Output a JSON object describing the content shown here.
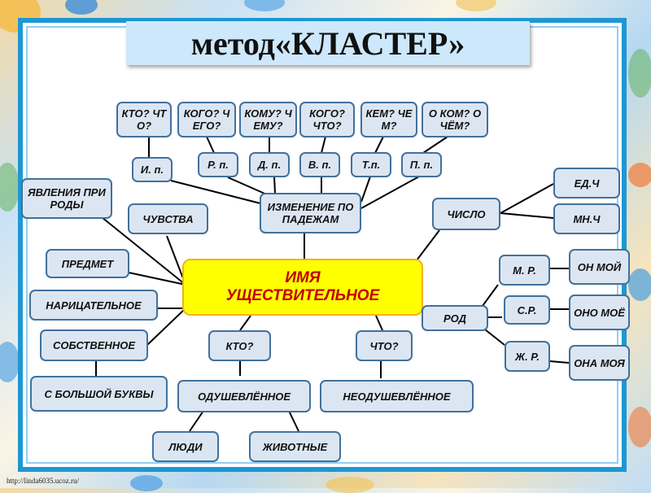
{
  "title": "метод«КЛАСТЕР»",
  "center": {
    "line1": "ИМЯ",
    "line2": "УЩЕСТВИТЕЛЬНОЕ"
  },
  "questions": [
    {
      "id": "q1",
      "text": "КТО? ЧТО?"
    },
    {
      "id": "q2",
      "text": "КОГО? ЧЕГО?"
    },
    {
      "id": "q3",
      "text": "КОМУ? ЧЕМУ?"
    },
    {
      "id": "q4",
      "text": "КОГО? ЧТО?"
    },
    {
      "id": "q5",
      "text": "КЕМ? ЧЕМ?"
    },
    {
      "id": "q6",
      "text": "О КОМ? О ЧЁМ?"
    }
  ],
  "cases": [
    {
      "id": "c1",
      "text": "И. п."
    },
    {
      "id": "c2",
      "text": "Р. п."
    },
    {
      "id": "c3",
      "text": "Д. п."
    },
    {
      "id": "c4",
      "text": "В. п."
    },
    {
      "id": "c5",
      "text": "Т.п."
    },
    {
      "id": "c6",
      "text": "П. п."
    }
  ],
  "declension": "ИЗМЕНЕНИЕ ПО ПАДЕЖАМ",
  "left": {
    "nature": "ЯВЛЕНИЯ ПРИРОДЫ",
    "feelings": "ЧУВСТВА",
    "object": "ПРЕДМЕТ",
    "common": "НАРИЦАТЕЛЬНОЕ",
    "proper": "СОБСТВЕННОЕ",
    "capital": "С БОЛЬШОЙ БУКВЫ"
  },
  "bottom": {
    "who": "КТО?",
    "what": "ЧТО?",
    "animate": "ОДУШЕВЛЁННОЕ",
    "inanimate": "НЕОДУШЕВЛЁННОЕ",
    "people": "ЛЮДИ",
    "animals": "ЖИВОТНЫЕ"
  },
  "number": {
    "label": "ЧИСЛО",
    "singular": "ЕД.Ч",
    "plural": "МН.Ч"
  },
  "gender": {
    "label": "РОД",
    "masc": "М. Р.",
    "neut": "С.Р.",
    "fem": "Ж. Р.",
    "masc_ex": "ОН МОЙ",
    "neut_ex": "ОНО МОЁ",
    "fem_ex": "ОНА МОЯ"
  },
  "watermark": "http://linda6035.ucoz.ru/",
  "colors": {
    "node_fill": "#dce6f2",
    "node_border": "#41719c",
    "center_fill": "#ffff00",
    "center_text": "#c00000",
    "frame": "#1e97d4",
    "title_bg": "#cde8fa"
  }
}
